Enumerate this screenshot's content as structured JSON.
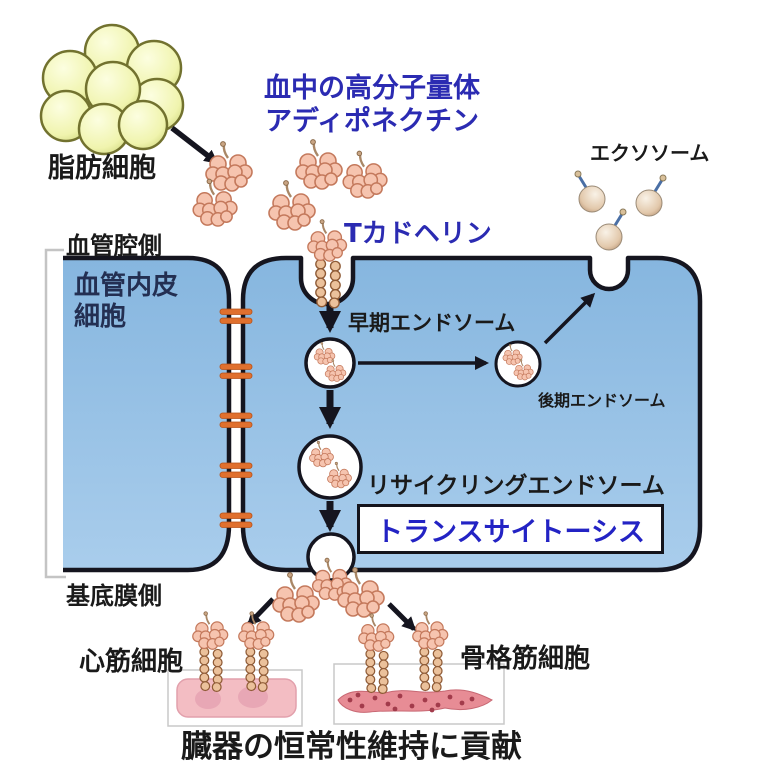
{
  "diagram": {
    "labels": {
      "fat_cell": "脂肪細胞",
      "hmw_line1": "血中の高分子量体",
      "hmw_line2": "アディポネクチン",
      "t_cadherin": "Tカドヘリン",
      "exosome": "エクソソーム",
      "lumen_side": "血管腔側",
      "endothelial_line1": "血管内皮",
      "endothelial_line2": "細胞",
      "early_endosome": "早期エンドソーム",
      "late_endosome": "後期エンドソーム",
      "recycling_endosome": "リサイクリングエンドソーム",
      "transcytosis": "トランスサイトーシス",
      "basement_side": "基底膜側",
      "cardiomyocyte": "心筋細胞",
      "skeletal_muscle": "骨格筋細胞",
      "conclusion": "臓器の恒常性維持に貢献"
    },
    "colors": {
      "highlight_text": "#2B2BB2",
      "endothelial_cell_fill": "#9CC4E8",
      "membrane_outline": "#15151F",
      "tight_junction": "#E0702E",
      "adiponectin": "#F6C4AF",
      "fat_cell": "#EDF2A6",
      "exosome_body": "#D9BA9A",
      "cardiomyocyte_fill": "#F3BDC3",
      "skeletal_muscle_fill": "#E78C95"
    }
  }
}
